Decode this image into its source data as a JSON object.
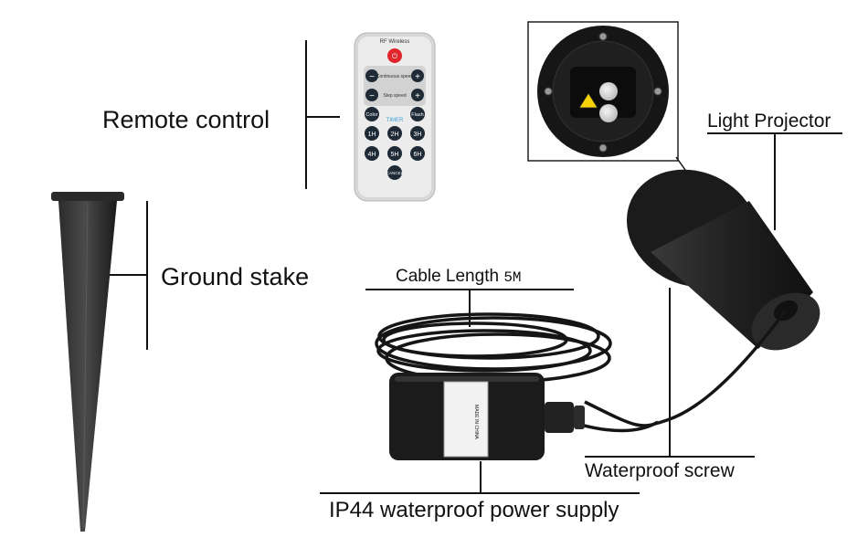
{
  "labels": {
    "remote_control": "Remote control",
    "ground_stake": "Ground stake",
    "light_projector": "Light Projector",
    "cable_length": "Cable Length",
    "cable_length_value": "5M",
    "waterproof_screw": "Waterproof screw",
    "power_supply": "IP44 waterproof power supply"
  },
  "remote": {
    "brand": "RF Wireless",
    "continuous_speed": "Continuous speed",
    "step_speed": "Step speed",
    "color": "Color",
    "flash": "Flash",
    "timer": "TIMER",
    "timers": [
      "1H",
      "2H",
      "3H",
      "4H",
      "5H",
      "6H"
    ],
    "cancel": "CANCEL",
    "minus": "−",
    "plus": "+"
  },
  "adapter_text": "MADE IN CHINA",
  "colors": {
    "power_button": "#e1262b",
    "remote_button": "#1e2a36",
    "remote_body": "#ececec",
    "timer_label": "#3aa0d8",
    "product_black": "#1c1c1c"
  }
}
